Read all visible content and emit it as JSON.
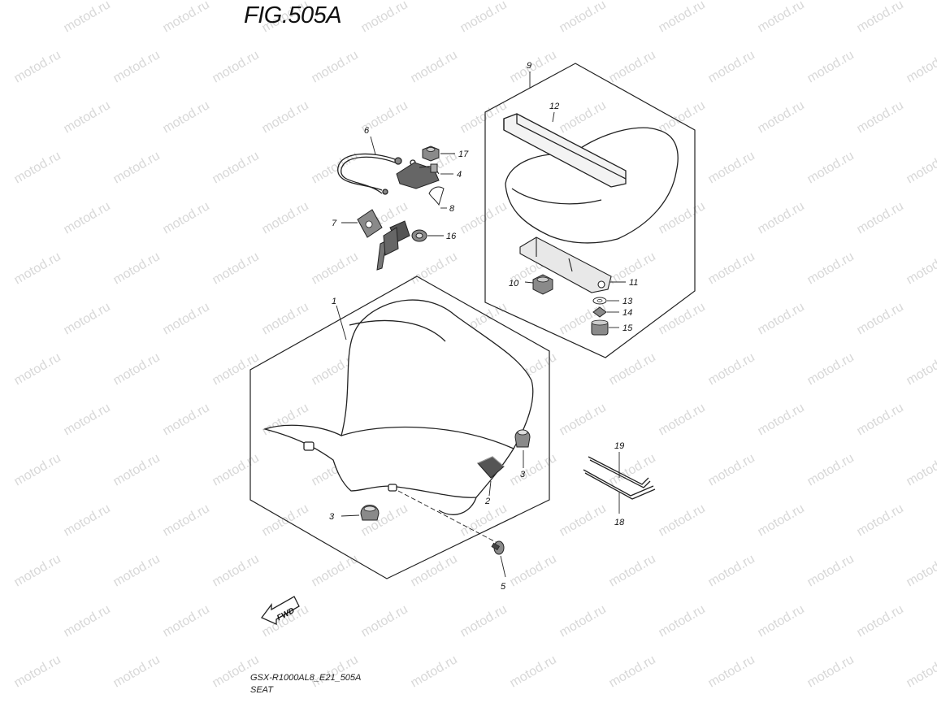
{
  "figure": {
    "title": "FIG.505A",
    "model_code": "GSX-R1000AL8_E21_505A",
    "section_name": "SEAT",
    "watermark": "motod.ru",
    "fwd_label": "FWD"
  },
  "callouts": [
    {
      "id": "1",
      "label": "1"
    },
    {
      "id": "2",
      "label": "2"
    },
    {
      "id": "3a",
      "label": "3"
    },
    {
      "id": "3b",
      "label": "3"
    },
    {
      "id": "4",
      "label": "4"
    },
    {
      "id": "5",
      "label": "5"
    },
    {
      "id": "6",
      "label": "6"
    },
    {
      "id": "7",
      "label": "7"
    },
    {
      "id": "8",
      "label": "8"
    },
    {
      "id": "9",
      "label": "9"
    },
    {
      "id": "10",
      "label": "10"
    },
    {
      "id": "11",
      "label": "11"
    },
    {
      "id": "12",
      "label": "12"
    },
    {
      "id": "13",
      "label": "13"
    },
    {
      "id": "14",
      "label": "14"
    },
    {
      "id": "15",
      "label": "15"
    },
    {
      "id": "16",
      "label": "16"
    },
    {
      "id": "17",
      "label": "17"
    },
    {
      "id": "18",
      "label": "18"
    },
    {
      "id": "19",
      "label": "19"
    }
  ]
}
